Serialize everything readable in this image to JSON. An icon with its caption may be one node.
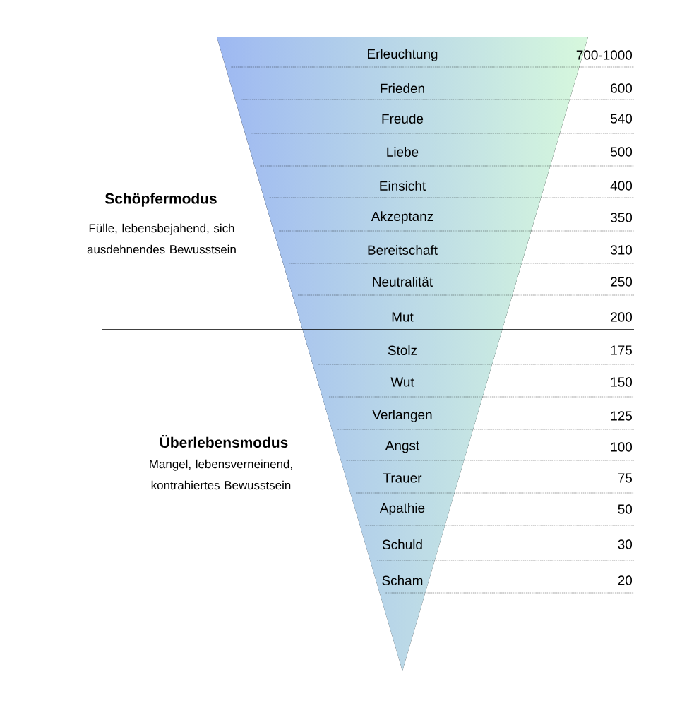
{
  "diagram": {
    "nodes": [
      {
        "text": [
          "Erleuchtung",
          "700-1000"
        ]
      },
      {
        "text": [
          "Frieden",
          "600"
        ]
      },
      {
        "text": [
          "Freude",
          "540"
        ]
      },
      {
        "text": [
          "Liebe",
          "500"
        ]
      },
      {
        "text": [
          "Einsicht",
          "400"
        ]
      },
      {
        "text": [
          "Akzeptanz",
          "350"
        ]
      },
      {
        "text": [
          "Bereitschaft",
          "310"
        ]
      },
      {
        "text": [
          "Neutralität",
          "250"
        ]
      },
      {
        "text": [
          "Mut",
          "200"
        ]
      },
      {
        "text": [
          "Stolz",
          "175"
        ]
      },
      {
        "text": [
          "Wut",
          "150"
        ]
      },
      {
        "text": [
          "Verlangen",
          "125"
        ]
      },
      {
        "text": [
          "Angst",
          "100"
        ]
      },
      {
        "text": [
          "Trauer",
          "75"
        ]
      },
      {
        "text": [
          "Apathie",
          "50"
        ]
      },
      {
        "text": [
          "Schuld",
          "30"
        ]
      },
      {
        "text": [
          "Scham",
          "20"
        ]
      }
    ],
    "labels": [
      "Schöpfermodus",
      "Fülle, lebensbejahend, sich ausdehnendes Bewusstsein",
      "Überlebensmodus",
      "Mangel, lebensverneinend, kontrahiertes Bewusstsein"
    ]
  }
}
